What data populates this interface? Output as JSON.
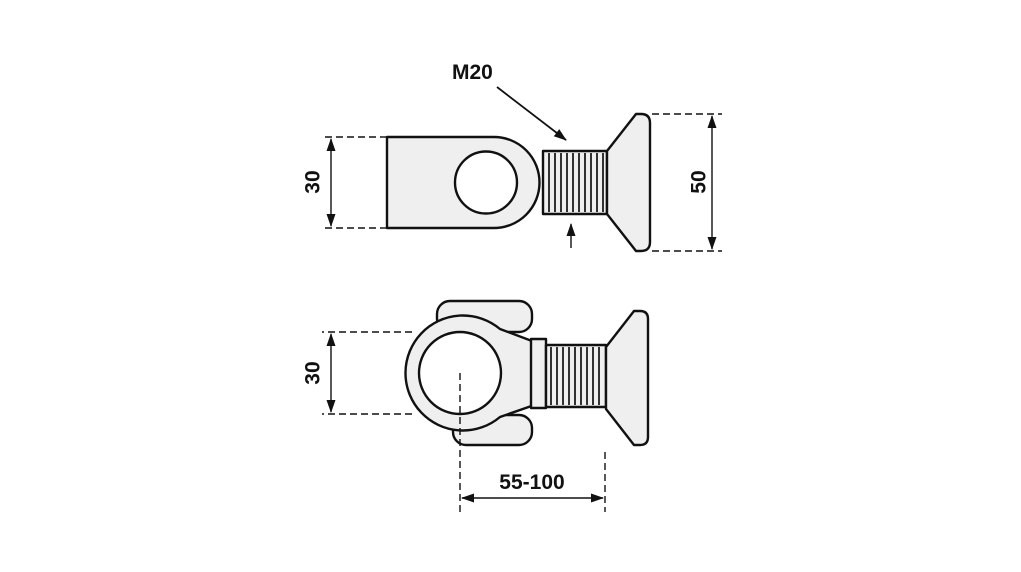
{
  "page": {
    "background": "#ffffff",
    "kind": "technical-dimension-drawing"
  },
  "drawing": {
    "colors": {
      "outline": "#111111",
      "part_fill": "#efefef",
      "hole_fill": "#ffffff",
      "dimension": "#111111"
    },
    "top_view": {
      "name": "eye-bolt-side-view",
      "labels": {
        "thread_size": "M20",
        "body_height": "30",
        "head_diameter": "50"
      }
    },
    "bottom_view": {
      "name": "eye-bolt-front-view",
      "labels": {
        "hole_diameter": "30",
        "length_range": "55-100"
      }
    }
  }
}
